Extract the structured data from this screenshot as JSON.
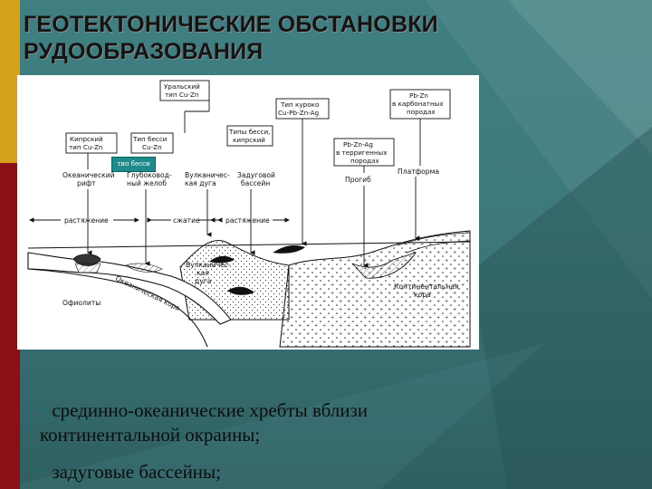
{
  "slide": {
    "title_lines": [
      "ГЕОТЕКТОНИЧЕСКИЕ ОБСТАНОВКИ",
      "РУДООБРАЗОВАНИЯ"
    ],
    "colors": {
      "background": "#3d7b7e",
      "accent_gold": "#d4a21a",
      "accent_red": "#8a0f17",
      "tag": "#1f8a8c"
    }
  },
  "figure": {
    "tag_text": "тип бесси",
    "boxes": {
      "ural": [
        "Уральский",
        "тип Cu-Zn"
      ],
      "kuroko": [
        "Тип куроко",
        "Cu-Pb-Zn-Ag"
      ],
      "pbzn_carb": [
        "Pb-Zn",
        "в карбонатных",
        "породах"
      ],
      "cyprus": [
        "Кипрский",
        "тип Cu-Zn"
      ],
      "besshi": [
        "Тип бесси",
        "Cu-Zn"
      ],
      "besshi_cyprus": [
        "Типы бесси,",
        "кипрский"
      ],
      "pbznag_terr": [
        "Pb-Zn-Ag",
        "в терригенных",
        "породах"
      ]
    },
    "settings": {
      "rift": [
        "Океанический",
        "рифт"
      ],
      "trench": [
        "Глубоковод-",
        "ный желоб"
      ],
      "volc_arc": [
        "Вулканичес-",
        "кая дуга"
      ],
      "backarc": [
        "Задуговой",
        "бассейн"
      ],
      "trough": "Прогиб",
      "platform": "Платформа"
    },
    "regimes": {
      "extension_1": "растяжение",
      "compression": "сжатие",
      "extension_2": "растяжение"
    },
    "section_labels": {
      "volc_arc": [
        "Вулканичес-",
        "кая",
        "дуга"
      ],
      "ocean_crust": "Океаническая кора",
      "continental": [
        "Континентальная",
        "кора"
      ],
      "ophiolites": "Офиолиты"
    }
  },
  "bullets": [
    {
      "text": "срединно-океанические хребты вблизи континентальной окраины;"
    },
    {
      "text": "задуговые бассейны;"
    }
  ]
}
